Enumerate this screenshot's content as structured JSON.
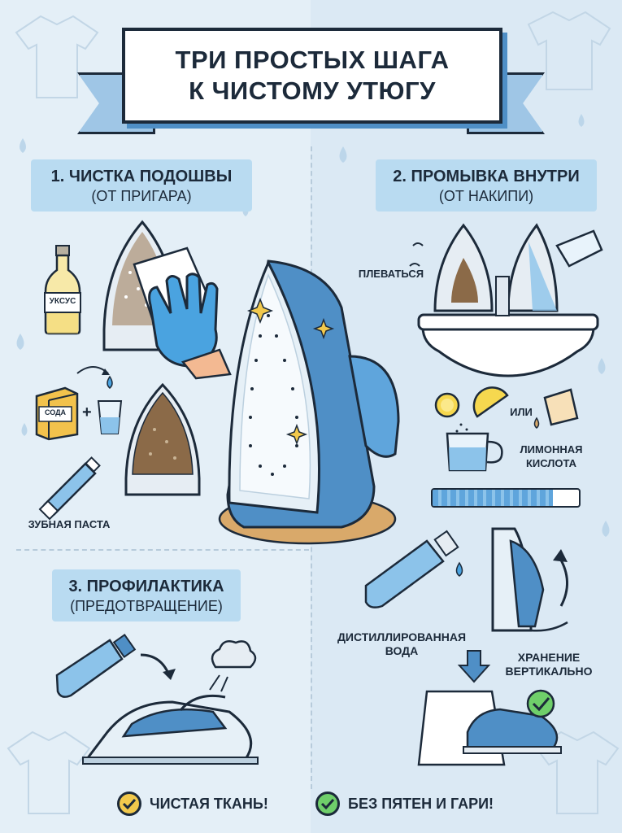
{
  "title": {
    "line1": "ТРИ ПРОСТЫХ ШАГА",
    "line2": "К ЧИСТОМУ УТЮГУ"
  },
  "steps": [
    {
      "title": "1. ЧИСТКА ПОДОШВЫ",
      "subtitle": "(ОТ ПРИГАРА)"
    },
    {
      "title": "2. ПРОМЫВКА ВНУТРИ",
      "subtitle": "(ОТ НАКИПИ)"
    },
    {
      "title": "3. ПРОФИЛАКТИКА",
      "subtitle": "(ПРЕДОТВРАЩЕНИЕ)"
    }
  ],
  "labels": {
    "vinegar": "УКСУС",
    "soda": "СОДА",
    "toothpaste": "ЗУБНАЯ ПАСТА",
    "spit": "ПЛЕВАТЬСЯ",
    "or": "ИЛИ",
    "citric_line1": "ЛИМОННАЯ",
    "citric_line2": "КИСЛОТА",
    "distilled_line1": "ДИСТИЛЛИРОВАННАЯ",
    "distilled_line2": "ВОДА",
    "storage_line1": "ХРАНЕНИЕ",
    "storage_line2": "ВЕРТИКАЛЬНО"
  },
  "progress": {
    "value": 0.82
  },
  "footer": {
    "clean_fabric": "ЧИСТАЯ ТКАНЬ!",
    "no_stains": "БЕЗ ПЯТЕН И ГАРИ!"
  },
  "colors": {
    "background": "#e4eff7",
    "accent_blue": "#4f8fc6",
    "label_blue": "#b9dbf1",
    "outline": "#1c2a3a",
    "check_yellow": "#f2c94c",
    "check_green": "#6fcf6a",
    "glove_blue": "#4aa3e0",
    "burnt_brown": "#8b6a48"
  },
  "icons": {
    "vinegar_bottle": "bottle-icon",
    "soda_box": "box-icon",
    "toothpaste_tube": "tube-icon",
    "glove": "glove-icon",
    "iron_main": "iron-icon",
    "sink": "sink-icon",
    "lemon": "lemon-icon",
    "cup": "cup-icon",
    "water_bottle": "water-bottle-icon",
    "steam": "steam-icon",
    "arrow_down": "arrow-down-icon",
    "check": "check-icon"
  }
}
